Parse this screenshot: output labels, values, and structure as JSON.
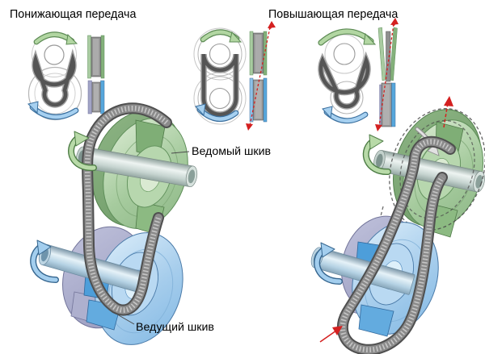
{
  "titles": {
    "left": "Понижающая передача",
    "right": "Повышающая передача"
  },
  "labels": {
    "driven_pulley": "Ведомый шкив",
    "driving_pulley": "Ведущий шкив"
  },
  "colors": {
    "driven_pulley_green": "#a6cb9e",
    "driving_pulley_blue": "#a6cdec",
    "back_flange_lavender": "#a9abcb",
    "belt_gray": "#555555",
    "shaft_gray": "#c6d4d0",
    "rotation_arrow_green": "#b8daa8",
    "rotation_arrow_blue": "#a3ceee",
    "shift_arrow_red": "#d42020",
    "text": "#000000",
    "background": "#ffffff"
  }
}
